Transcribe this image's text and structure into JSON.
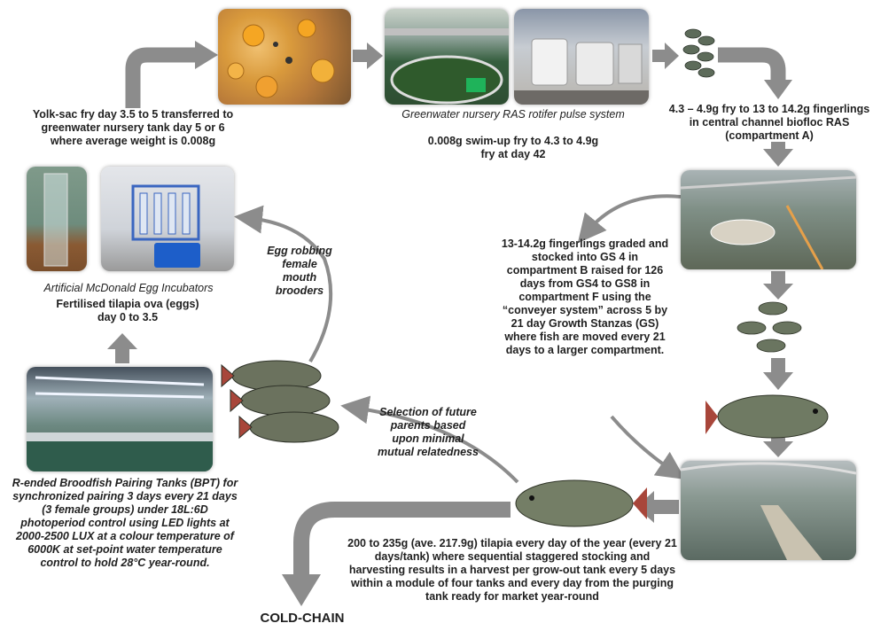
{
  "colors": {
    "arrow": "#8c8c8c",
    "text": "#1f1f1f"
  },
  "labels": {
    "yolk_sac": "Yolk-sac fry day 3.5 to 5 transferred to greenwater nursery tank day 5 or 6 where average weight is 0.008g",
    "greenwater_title": "Greenwater nursery RAS rotifer pulse system",
    "greenwater_detail": "0.008g swim-up fry to 4.3 to 4.9g fry at day 42",
    "fry_to_fingerlings": "4.3 – 4.9g fry to 13 to 14.2g fingerlings in central channel biofloc RAS (compartment A)",
    "incubators_title": "Artificial McDonald Egg Incubators",
    "incubators_detail": "Fertilised tilapia ova (eggs) day 0 to 3.5",
    "egg_robbing": "Egg robbing female mouth brooders",
    "fingerlings_graded": "13-14.2g fingerlings graded and stocked into GS 4 in compartment B raised for 126 days from GS4 to GS8 in compartment F using the “conveyer system” across 5 by 21 day Growth Stanzas (GS) where fish are moved every 21 days to a larger compartment.",
    "selection": "Selection of future parents based upon minimal mutual relatedness",
    "broodfish": "R-ended Broodfish Pairing Tanks (BPT) for synchronized pairing 3 days every 21 days (3 female groups) under 18L:6D photoperiod control using LED lights at 2000-2500 LUX at a colour temperature of 6000K at set-point water temperature control to hold 28°C year-round.",
    "harvest": "200 to 235g (ave. 217.9g) tilapia every day of the year (every 21 days/tank) where sequential staggered stocking and harvesting results in a harvest per grow-out tank every 5 days within a module of four tanks and every day from the purging tank ready for market year-round",
    "cold_chain": "COLD-CHAIN"
  }
}
